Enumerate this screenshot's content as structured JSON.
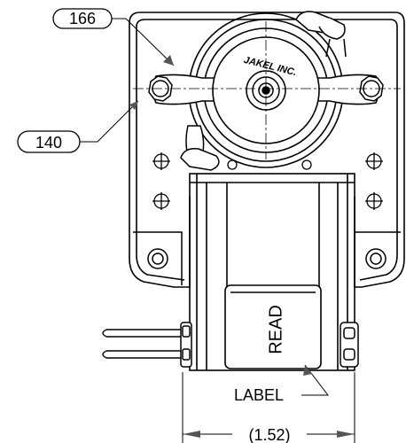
{
  "callouts": {
    "top": "166",
    "left": "140"
  },
  "logo_text": "JAKEL INC.",
  "label_read": "READ",
  "label_label": "LABEL",
  "dimension": "(1.52)",
  "colors": {
    "line": "#000000",
    "background": "#ffffff",
    "arrowhead": "#555555"
  }
}
